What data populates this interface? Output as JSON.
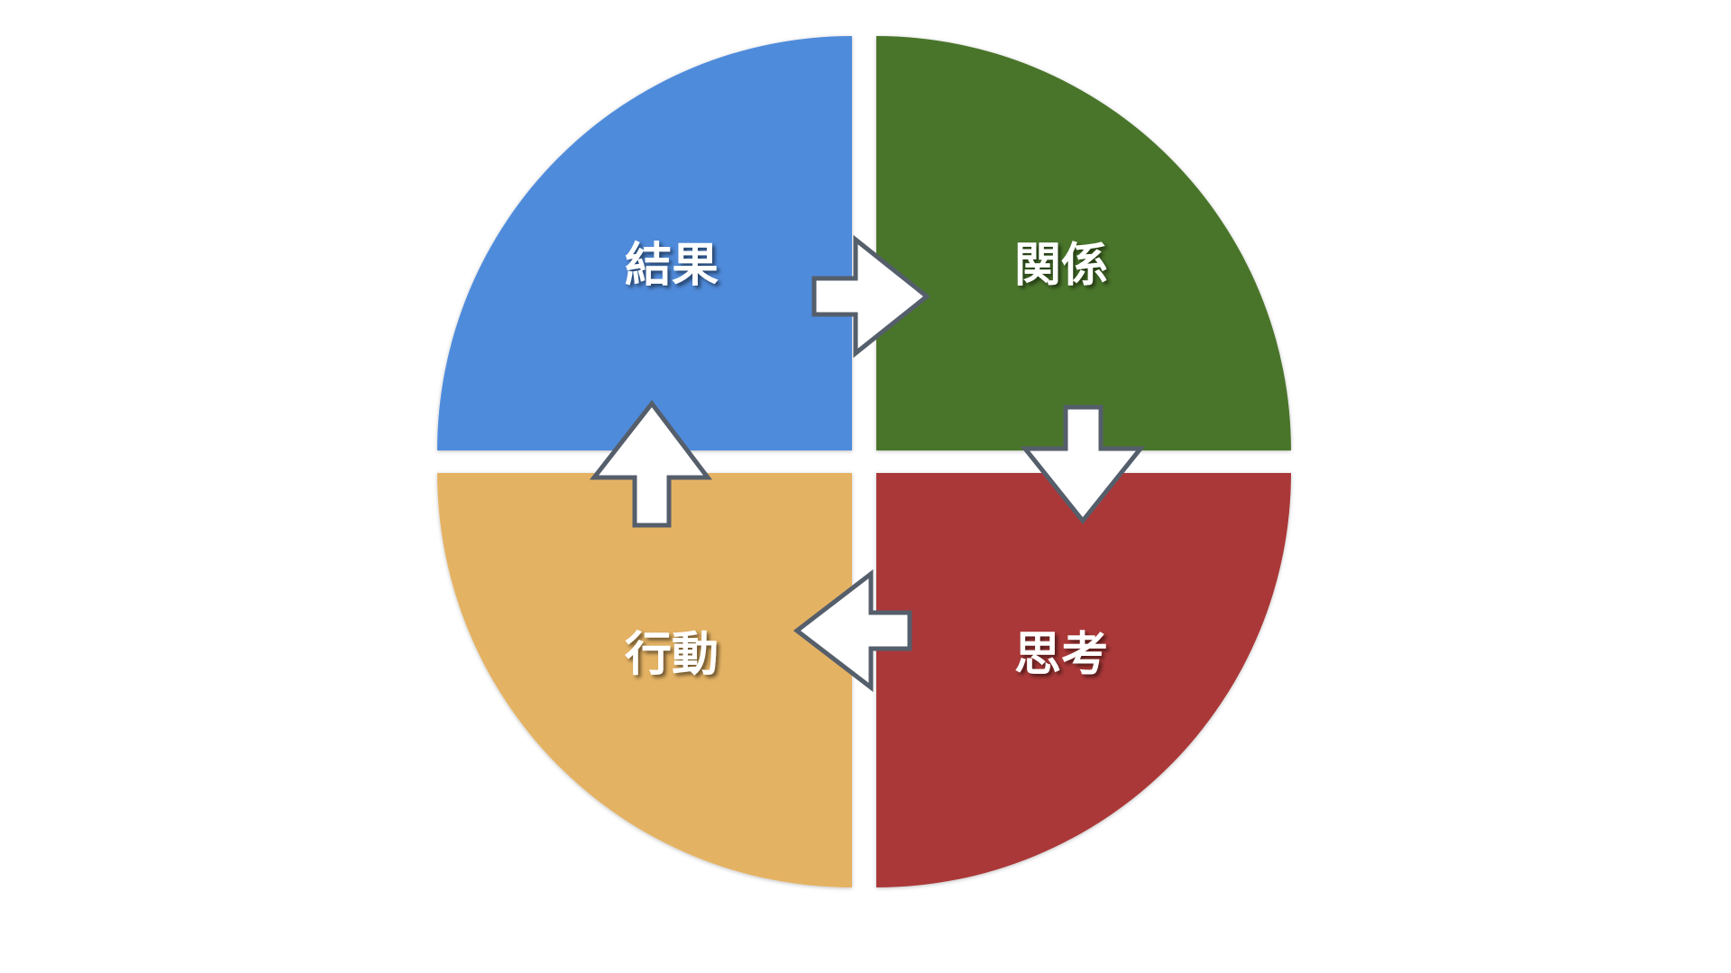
{
  "quadrants": [
    {
      "label": "結果",
      "color": "#4f8bdb"
    },
    {
      "label": "関係",
      "color": "#4a742c"
    },
    {
      "label": "思考",
      "color": "#ab3737"
    },
    {
      "label": "行動",
      "color": "#e4b263"
    }
  ],
  "cycle_order": [
    "結果",
    "関係",
    "思考",
    "行動"
  ],
  "arrow_color": "#ffffff",
  "arrow_outline": "#555e6b"
}
